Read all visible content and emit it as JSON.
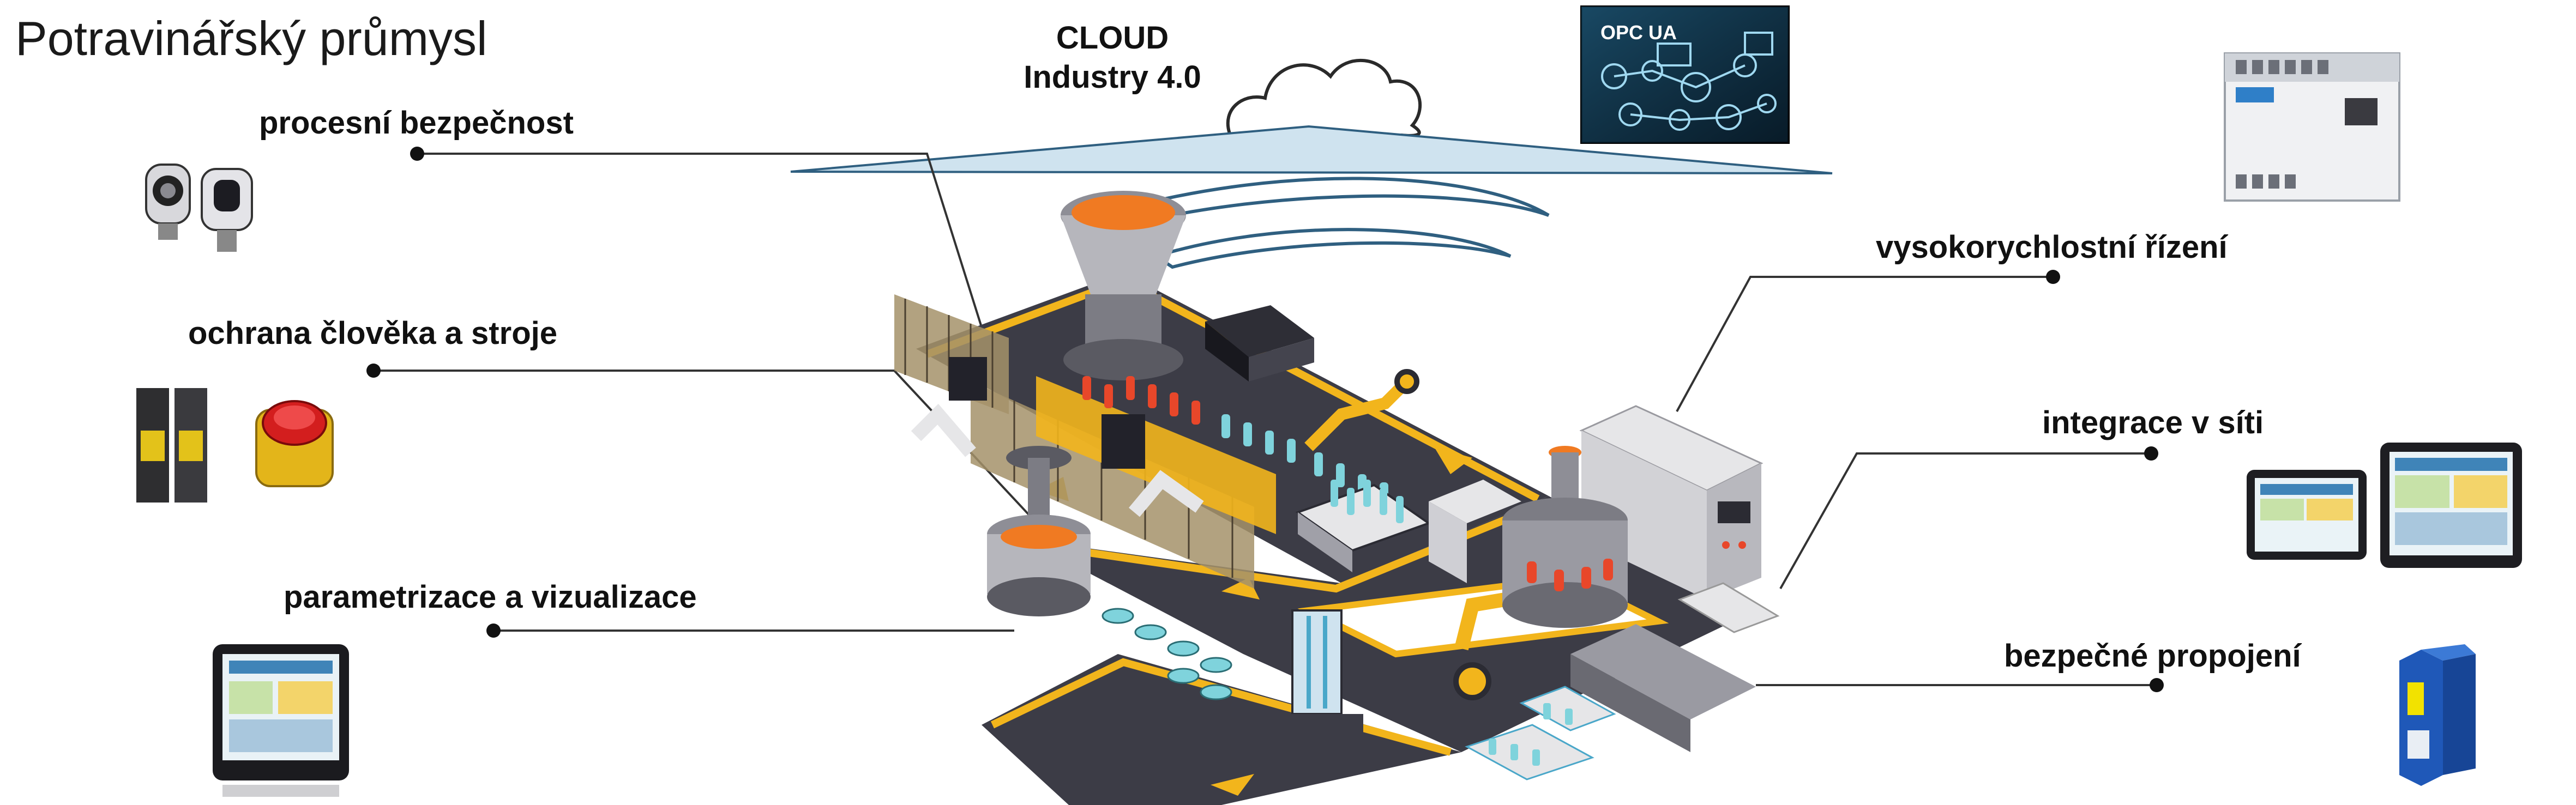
{
  "page": {
    "title": "Potravinářský průmysl"
  },
  "cloud": {
    "line1": "CLOUD",
    "line2": "Industry 4.0"
  },
  "opc": {
    "label": "OPC UA"
  },
  "labels": {
    "process_safety": "procesní bezpečnost",
    "human_machine": "ochrana člověka a stroje",
    "parametrization": "parametrizace a vizualizace",
    "high_speed": "vysokorychlostní řízení",
    "network": "integrace v síti",
    "safe_connection": "bezpečné propojení"
  },
  "colors": {
    "belt": "#f2b51c",
    "belt_dark": "#3c3c46",
    "machine_gray": "#8e8e96",
    "machine_light": "#e6e6e8",
    "cloud_blue": "#bcd8e8",
    "orange": "#f07a22",
    "bottle_red": "#e8472a",
    "bottle_teal": "#7fd3dc",
    "line": "#333333"
  },
  "icons": [
    "safety-laser-scanner-icon",
    "safety-sensor-icon",
    "emergency-stop-icon",
    "hmi-panel-icon",
    "plc-controller-icon",
    "network-touch-panel-icon",
    "safety-relay-module-icon"
  ]
}
